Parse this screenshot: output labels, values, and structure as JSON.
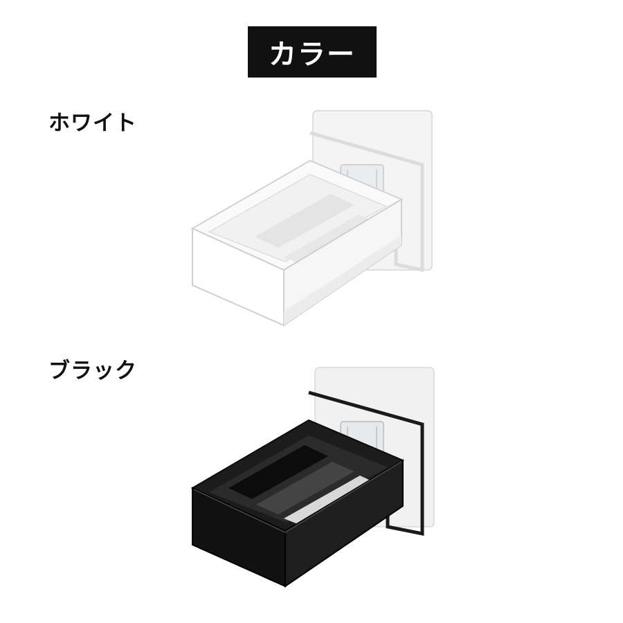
{
  "header": {
    "title": "カラー"
  },
  "variants": [
    {
      "label": "ホワイト",
      "color": "#ffffff"
    },
    {
      "label": "ブラック",
      "color": "#141414"
    }
  ],
  "colors": {
    "title_background": "#111111",
    "title_text": "#ffffff",
    "label_text": "#111111",
    "page_background": "#ffffff",
    "adhesive_sheet": "#f1f1f1"
  }
}
